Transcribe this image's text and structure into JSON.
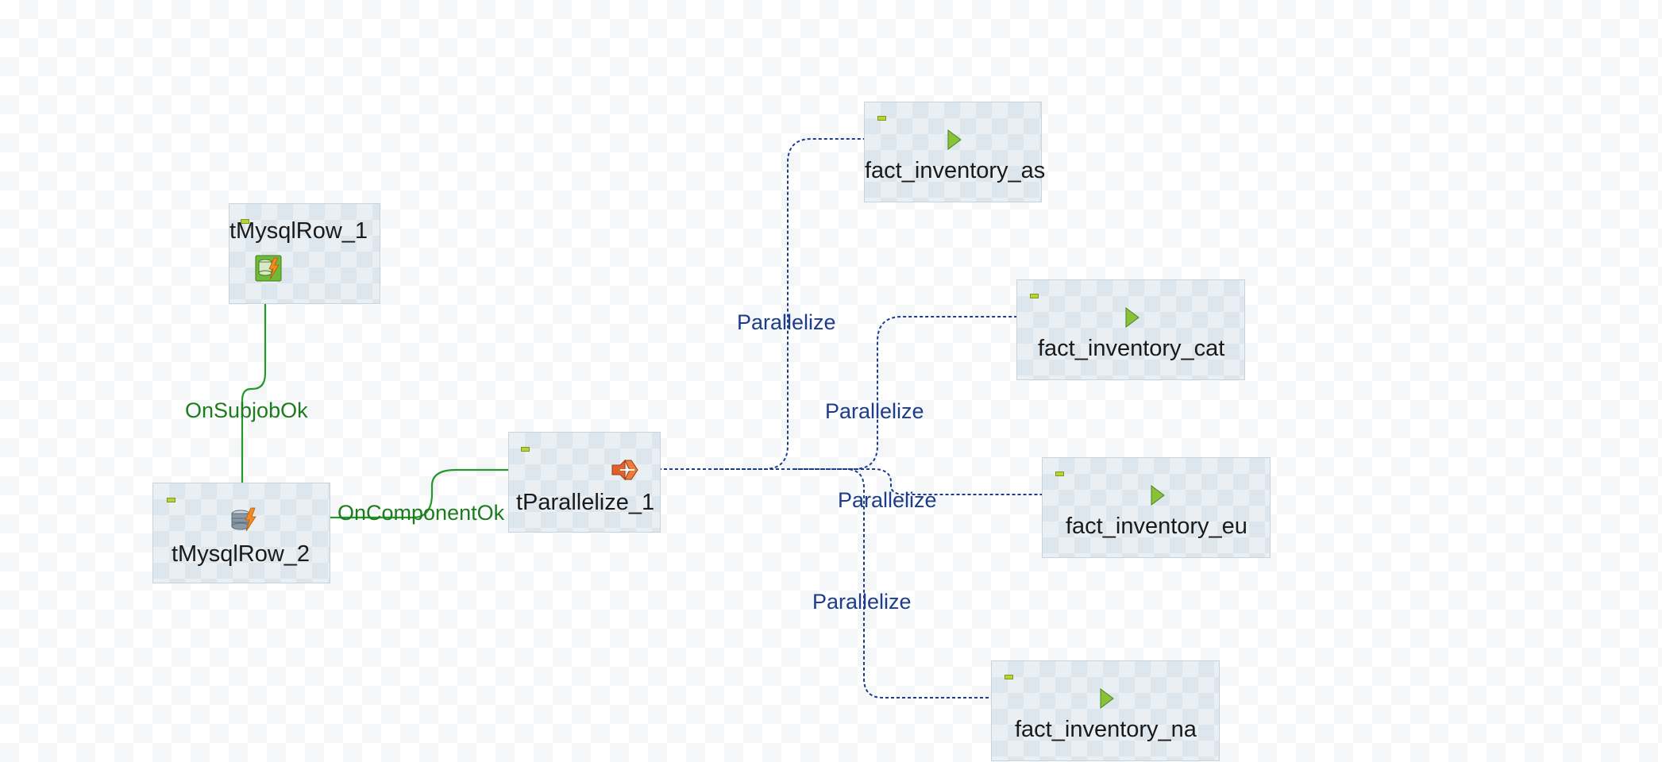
{
  "nodes": {
    "mysql_row_1": {
      "label": "tMysqlRow_1",
      "icon": "mysql-row-icon"
    },
    "mysql_row_2": {
      "label": "tMysqlRow_2",
      "icon": "mysql-row-icon"
    },
    "parallelize_1": {
      "label": "tParallelize_1",
      "icon": "parallelize-icon"
    },
    "fact_inventory_as": {
      "label": "fact_inventory_as",
      "icon": "run-job-icon"
    },
    "fact_inventory_cat": {
      "label": "fact_inventory_cat",
      "icon": "run-job-icon"
    },
    "fact_inventory_eu": {
      "label": "fact_inventory_eu",
      "icon": "run-job-icon"
    },
    "fact_inventory_na": {
      "label": "fact_inventory_na",
      "icon": "run-job-icon"
    }
  },
  "connections": {
    "on_subjob_ok": {
      "label": "OnSubjobOk"
    },
    "on_component_ok": {
      "label": "OnComponentOk"
    },
    "parallelize_as": {
      "label": "Parallelize"
    },
    "parallelize_cat": {
      "label": "Parallelize"
    },
    "parallelize_eu": {
      "label": "Parallelize"
    },
    "parallelize_na": {
      "label": "Parallelize"
    }
  },
  "colors": {
    "trigger_link": "#22992a",
    "parallelize_link": "#1c3c8c",
    "node_border": "#c8d3dc"
  }
}
